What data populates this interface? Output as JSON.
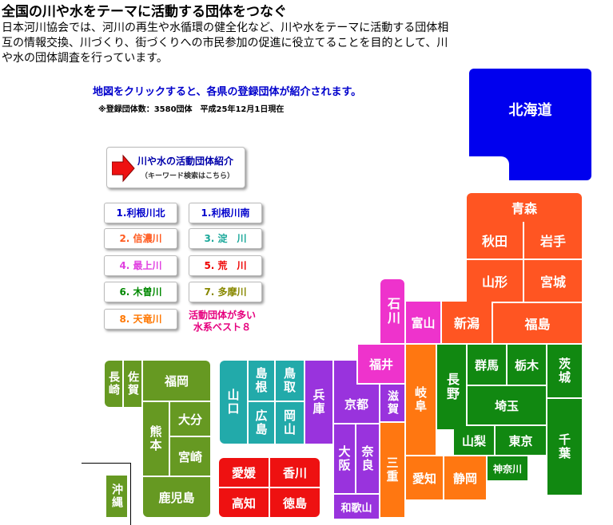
{
  "header": {
    "title": "全国の川や水をテーマに活動する団体をつなぐ",
    "intro": "日本河川協会では、河川の再生や水循環の健全化など、川や水をテーマに活動する団体相互の情報交換、川づくり、街づくりへの市民参加の促進に役立てることを目的として、川や水の団体調査を行っています。",
    "click_note": "地図をクリックすると、各県の登録団体が紹介されます。",
    "count_note": "※登録団体数：3580団体　平成25年12月1日現在"
  },
  "feature": {
    "line1": "川や水の活動団体紹介",
    "line2": "（キーワード検索はこちら）"
  },
  "rivers": [
    {
      "label": "1.利根川北",
      "color": "#0000cc"
    },
    {
      "label": "1.利根川南",
      "color": "#0000cc"
    },
    {
      "label": "2. 信濃川",
      "color": "#ff5a1f"
    },
    {
      "label": "3. 淀　川",
      "color": "#1aa89a"
    },
    {
      "label": "4. 最上川",
      "color": "#e040e0"
    },
    {
      "label": "5. 荒　川",
      "color": "#ee0000"
    },
    {
      "label": "6. 木曽川",
      "color": "#008800"
    },
    {
      "label": "7. 多摩川",
      "color": "#888800"
    },
    {
      "label": "8. 天竜川",
      "color": "#ff7700"
    }
  ],
  "best8": [
    "活動団体が多い",
    "水系ベスト８"
  ],
  "colors": {
    "hokkaido": "#0000ee",
    "tohoku": "#ff5522",
    "kanto": "#118811",
    "chubu": "#ff7711",
    "hokuriku_kinki_east": "#ee33cc",
    "kinki": "#9933dd",
    "chugoku": "#22aaaa",
    "shikoku": "#ee1111",
    "kyushu": "#669922"
  },
  "prefectures": {
    "hokkaido": "北海道",
    "aomori": "青森",
    "akita": "秋田",
    "iwate": "岩手",
    "yamagata": "山形",
    "miyagi": "宮城",
    "fukushima": "福島",
    "niigata": "新潟",
    "toyama": "富山",
    "ishikawa": "石川",
    "fukui": "福井",
    "gifu": "岐阜",
    "nagano": "長野",
    "gunma": "群馬",
    "tochigi": "栃木",
    "ibaraki": "茨城",
    "saitama": "埼玉",
    "yamanashi": "山梨",
    "tokyo": "東京",
    "chiba": "千葉",
    "kanagawa": "神奈川",
    "shizuoka": "静岡",
    "aichi": "愛知",
    "mie": "三重",
    "shiga": "滋賀",
    "kyoto": "京都",
    "osaka": "大阪",
    "nara": "奈良",
    "wakayama": "和歌山",
    "hyogo": "兵庫",
    "tottori": "鳥取",
    "shimane": "島根",
    "okayama": "岡山",
    "hiroshima": "広島",
    "yamaguchi": "山口",
    "kagawa": "香川",
    "ehime": "愛媛",
    "tokushima": "徳島",
    "kochi": "高知",
    "fukuoka": "福岡",
    "saga": "佐賀",
    "nagasaki": "長崎",
    "oita": "大分",
    "kumamoto": "熊本",
    "miyazaki": "宮崎",
    "kagoshima": "鹿児島",
    "okinawa": "沖縄"
  }
}
